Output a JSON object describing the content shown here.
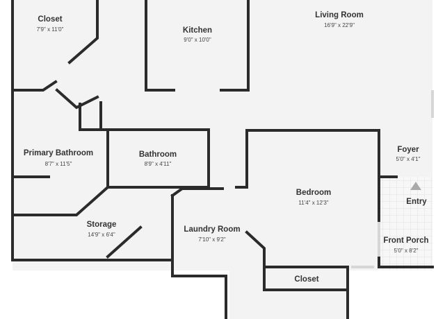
{
  "rooms": [
    {
      "key": "closet_top",
      "name": "Closet",
      "dims": "7'9\" x 11'0\""
    },
    {
      "key": "kitchen",
      "name": "Kitchen",
      "dims": "9'0\" x 10'0\""
    },
    {
      "key": "living_room",
      "name": "Living Room",
      "dims": "16'9\" x 22'9\""
    },
    {
      "key": "primary_bathroom",
      "name": "Primary Bathroom",
      "dims": "8'7\" x 11'5\""
    },
    {
      "key": "bathroom",
      "name": "Bathroom",
      "dims": "8'9\" x 4'11\""
    },
    {
      "key": "foyer",
      "name": "Foyer",
      "dims": "5'0\" x 4'1\""
    },
    {
      "key": "bedroom",
      "name": "Bedroom",
      "dims": "11'4\" x 12'3\""
    },
    {
      "key": "entry",
      "name": "Entry",
      "dims": ""
    },
    {
      "key": "storage",
      "name": "Storage",
      "dims": "14'9\" x 6'4\""
    },
    {
      "key": "laundry_room",
      "name": "Laundry Room",
      "dims": "7'10\" x 9'2\""
    },
    {
      "key": "front_porch",
      "name": "Front Porch",
      "dims": "5'0\" x 8'2\""
    },
    {
      "key": "closet_bottom",
      "name": "Closet",
      "dims": ""
    }
  ],
  "colors": {
    "wall": "#2b2b2b",
    "floor": "#f3f3f3",
    "text": "#333333",
    "porch_tile": "#e2e2e2"
  },
  "icons": {
    "entry_marker": "entry-arrow-icon"
  }
}
